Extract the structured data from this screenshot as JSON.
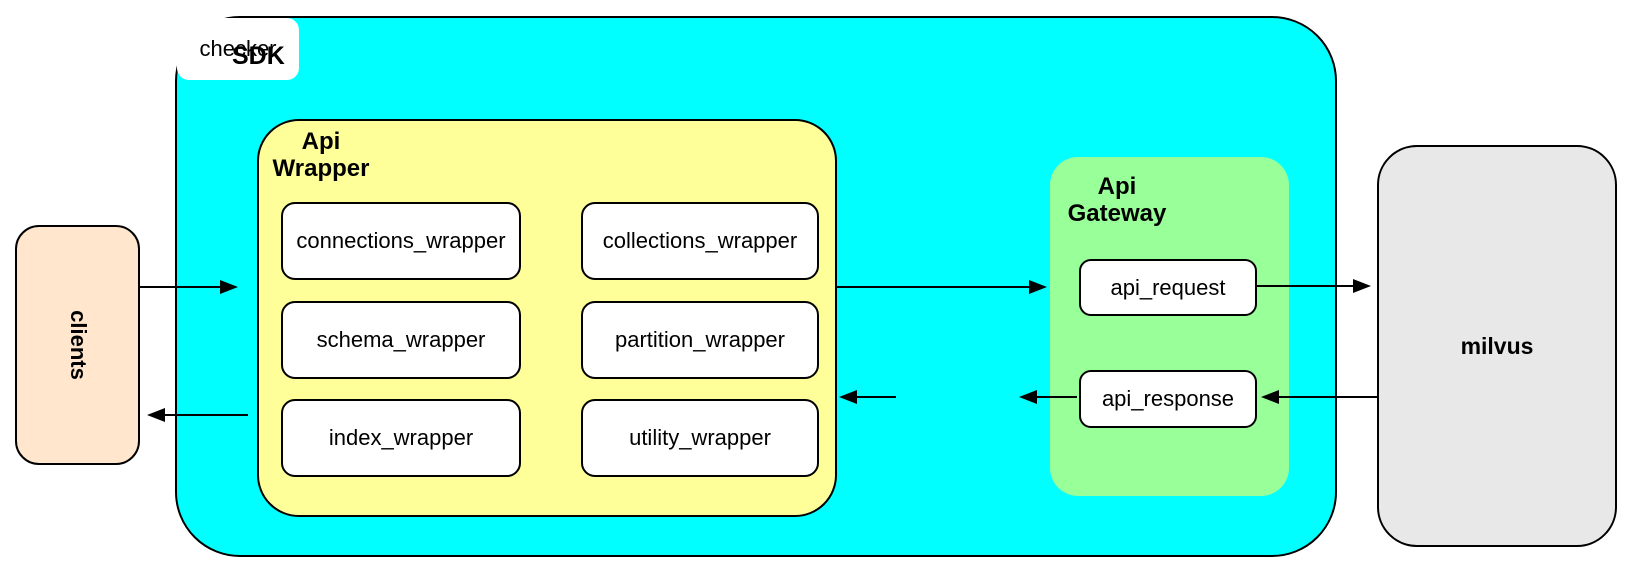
{
  "diagram": {
    "sdk": {
      "label": "SDK"
    },
    "clients": {
      "label": "clients"
    },
    "api_wrapper": {
      "title_line1": "Api",
      "title_line2": "Wrapper",
      "modules": [
        "connections_wrapper",
        "collections_wrapper",
        "schema_wrapper",
        "partition_wrapper",
        "index_wrapper",
        "utility_wrapper"
      ]
    },
    "checker": {
      "label": "checker"
    },
    "api_gateway": {
      "title_line1": "Api",
      "title_line2": "Gateway",
      "modules": [
        "api_request",
        "api_response"
      ]
    },
    "milvus": {
      "label": "milvus"
    },
    "connections": [
      {
        "from": "clients",
        "to": "api_wrapper"
      },
      {
        "from": "api_wrapper",
        "to": "api_gateway"
      },
      {
        "from": "api_request",
        "to": "milvus"
      },
      {
        "from": "milvus",
        "to": "api_response"
      },
      {
        "from": "api_response",
        "to": "checker"
      },
      {
        "from": "checker",
        "to": "api_wrapper"
      },
      {
        "from": "api_wrapper",
        "to": "clients"
      }
    ]
  },
  "colors": {
    "sdk_fill": "#00ffff",
    "api_wrapper_fill": "#ffff99",
    "api_gateway_fill": "#99ff99",
    "clients_fill": "#ffe6cc",
    "milvus_fill": "#e8e8e8",
    "module_fill": "#ffffff",
    "outline": "#000000",
    "arrow": "#000000"
  }
}
